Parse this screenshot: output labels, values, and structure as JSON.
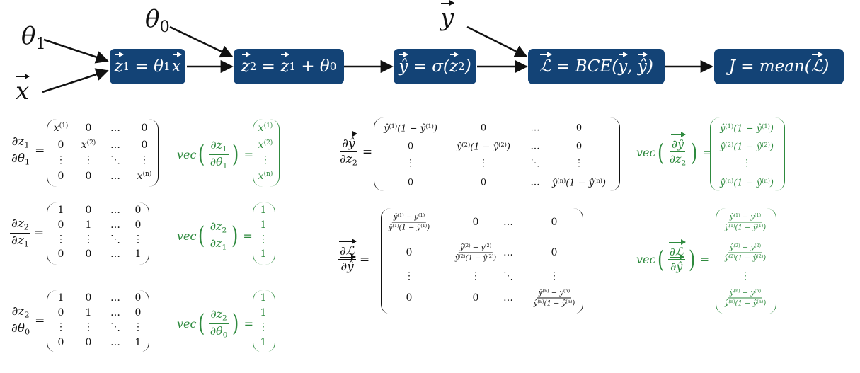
{
  "colors": {
    "box_fill": "#134376",
    "box_text": "#ffffff",
    "vec_color": "#2e8a3e",
    "text": "#111111"
  },
  "inputs": {
    "theta1": "θ",
    "theta1_sub": "1",
    "x": "x",
    "theta0": "θ",
    "theta0_sub": "0",
    "y": "y"
  },
  "nodes": {
    "z1": {
      "lhs": "z",
      "lhs_sub": "1",
      "eq": " = θ",
      "theta_sub": "1",
      "x": "x"
    },
    "z2": {
      "lhs": "z",
      "lhs_sub": "2",
      "eq": " = ",
      "z1": "z",
      "z1_sub": "1",
      "plus": " + θ",
      "theta_sub": "0"
    },
    "yhat": {
      "lhs": "ŷ",
      "eq": " = σ(",
      "z": "z",
      "z_sub": "2",
      "close": ")"
    },
    "loss": {
      "lhs": "ℒ",
      "eq": " = BCE(",
      "y": "y",
      "comma": ", ",
      "yhat": "ŷ",
      "close": ")"
    },
    "J": {
      "text": "J = mean(",
      "L": "ℒ",
      "close": ")"
    }
  },
  "derivatives": {
    "dz1_dtheta1": {
      "num": "∂z",
      "num_sub": "1",
      "den": "∂θ",
      "den_sub": "1",
      "matrix": [
        [
          "x(1)",
          "0",
          "…",
          "0"
        ],
        [
          "0",
          "x(2)",
          "…",
          "0"
        ],
        [
          "⋮",
          "⋮",
          "⋱",
          "⋮"
        ],
        [
          "0",
          "0",
          "…",
          "x(n)"
        ]
      ],
      "vec_label": "vec",
      "vec": [
        "x(1)",
        "x(2)",
        "⋮",
        "x(n)"
      ]
    },
    "dz2_dz1": {
      "num": "∂z",
      "num_sub": "2",
      "den": "∂z",
      "den_sub": "1",
      "matrix": [
        [
          "1",
          "0",
          "…",
          "0"
        ],
        [
          "0",
          "1",
          "…",
          "0"
        ],
        [
          "⋮",
          "⋮",
          "⋱",
          "⋮"
        ],
        [
          "0",
          "0",
          "…",
          "1"
        ]
      ],
      "vec_label": "vec",
      "vec": [
        "1",
        "1",
        "⋮",
        "1"
      ]
    },
    "dz2_dtheta0": {
      "num": "∂z",
      "num_sub": "2",
      "den": "∂θ",
      "den_sub": "0",
      "matrix": [
        [
          "1",
          "0",
          "…",
          "0"
        ],
        [
          "0",
          "1",
          "…",
          "0"
        ],
        [
          "⋮",
          "⋮",
          "⋱",
          "⋮"
        ],
        [
          "0",
          "0",
          "…",
          "1"
        ]
      ],
      "vec_label": "vec",
      "vec": [
        "1",
        "1",
        "⋮",
        "1"
      ]
    },
    "dyhat_dz2": {
      "num": "∂ŷ",
      "den": "∂z",
      "den_sub": "2",
      "matrix": [
        [
          "ŷ(1)(1 − ŷ(1))",
          "0",
          "…",
          "0"
        ],
        [
          "0",
          "ŷ(2)(1 − ŷ(2))",
          "…",
          "0"
        ],
        [
          "⋮",
          "⋮",
          "⋱",
          "⋮"
        ],
        [
          "0",
          "0",
          "…",
          "ŷ(n)(1 − ŷ(n))"
        ]
      ],
      "vec_label": "vec",
      "vec": [
        "ŷ(1)(1 − ŷ(1))",
        "ŷ(2)(1 − ŷ(2))",
        "⋮",
        "ŷ(n)(1 − ŷ(n))"
      ]
    },
    "dL_dyhat": {
      "num": "∂ℒ",
      "den": "∂ŷ",
      "diag": [
        {
          "num": "ŷ(1) − y(1)",
          "den": "ŷ(1)(1 − ŷ(1))"
        },
        {
          "num": "ŷ(2) − y(2)",
          "den": "ŷ(2)(1 − ŷ(2))"
        },
        {
          "num": "ŷ(n) − y(n)",
          "den": "ŷ(n)(1 − ŷ(n))"
        }
      ],
      "zero": "0",
      "hdots": "…",
      "vdots": "⋮",
      "ddots": "⋱",
      "vec_label": "vec"
    }
  }
}
